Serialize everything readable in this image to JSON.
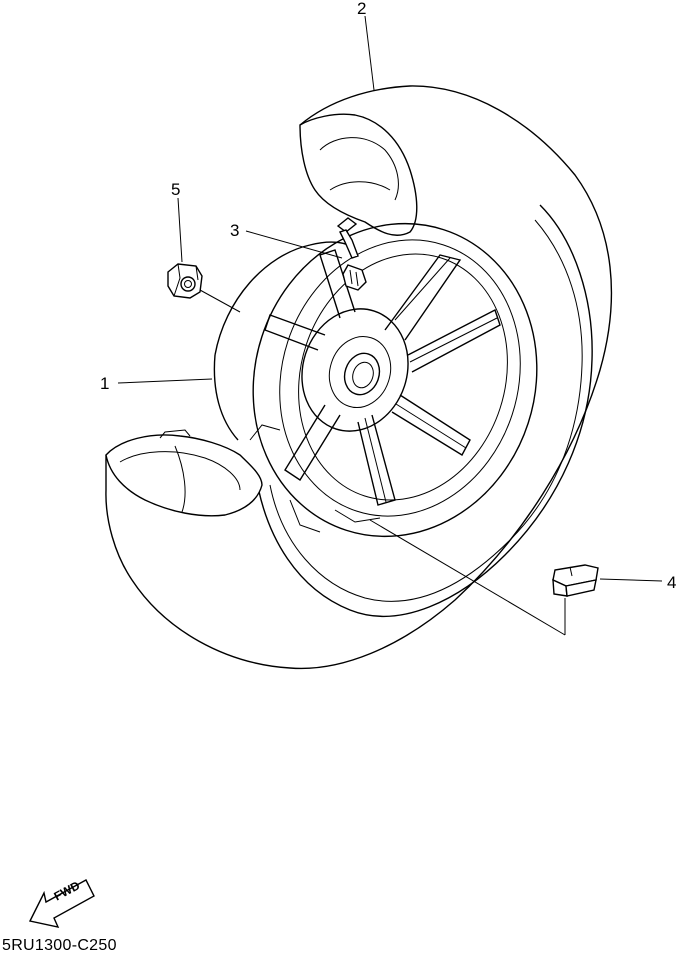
{
  "callouts": [
    {
      "id": "1",
      "label": "1"
    },
    {
      "id": "2",
      "label": "2"
    },
    {
      "id": "3",
      "label": "3"
    },
    {
      "id": "4",
      "label": "4"
    },
    {
      "id": "5",
      "label": "5"
    }
  ],
  "fwd_label": "FWD",
  "diagram_code": "5RU1300-C250"
}
